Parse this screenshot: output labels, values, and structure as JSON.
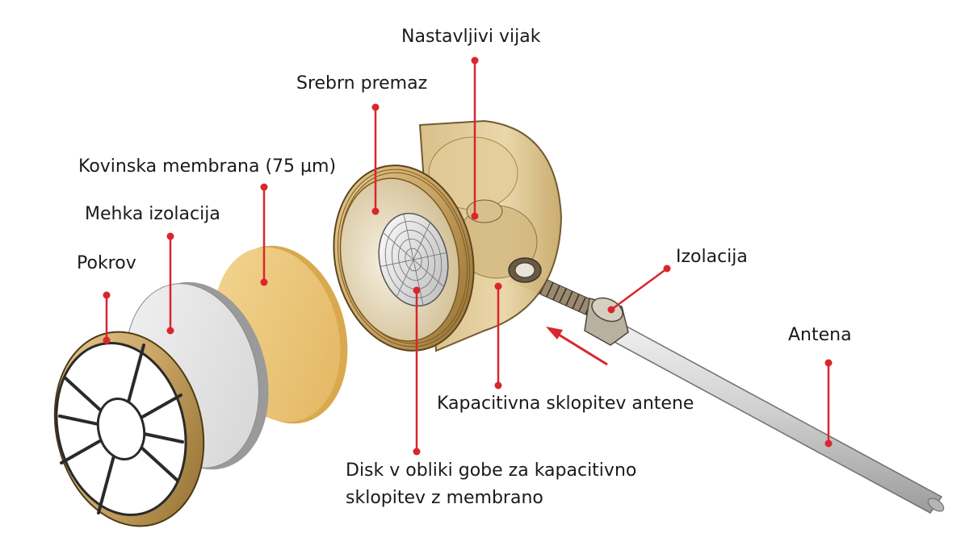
{
  "labels": {
    "nastavljivi_vijak": "Nastavljivi vijak",
    "srebrn_premaz": "Srebrn premaz",
    "kovinska_membrana": "Kovinska membrana (75 µm)",
    "mehka_izolacija": "Mehka izolacija",
    "pokrov": "Pokrov",
    "izolacija": "Izolacija",
    "antena": "Antena",
    "kapacitivna_sklopitev": "Kapacitivna sklopitev antene",
    "disk_line1": "Disk v obliki gobe za kapacitivno",
    "disk_line2": "sklopitev z membrano"
  },
  "colors": {
    "leader": "#d9262e",
    "gold": "#c9a464",
    "gold_dark": "#7a5a22",
    "membrane": "#efc97a",
    "insulation": "#e6e6e6",
    "antenna": "#cfcfcf"
  }
}
